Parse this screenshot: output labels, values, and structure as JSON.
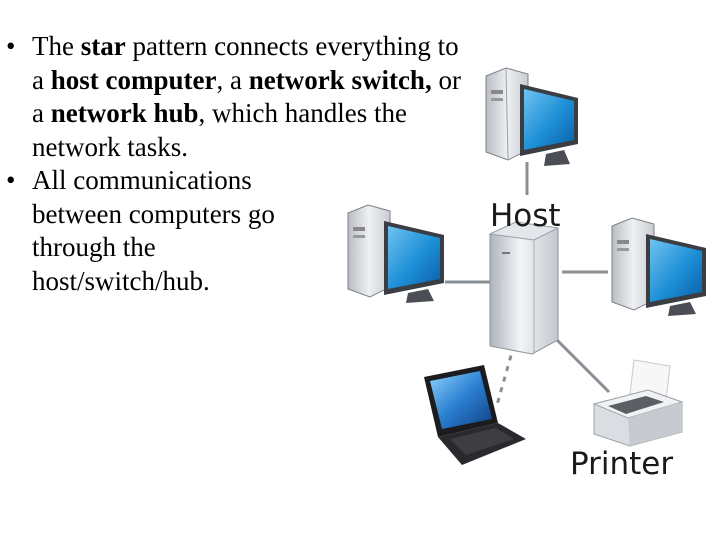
{
  "bullets": [
    {
      "segments": [
        {
          "text": "The ",
          "bold": false
        },
        {
          "text": "star",
          "bold": true
        },
        {
          "text": " pattern connects everything to a ",
          "bold": false
        },
        {
          "text": "host computer",
          "bold": true
        },
        {
          "text": ", a ",
          "bold": false
        },
        {
          "text": "network switch,",
          "bold": true
        },
        {
          "text": " or a ",
          "bold": false
        },
        {
          "text": "network hub",
          "bold": true
        },
        {
          "text": ", which handles the network tasks.",
          "bold": false
        }
      ]
    },
    {
      "segments": [
        {
          "text": "All communications between computers go through the host/switch/hub.",
          "bold": false
        }
      ]
    }
  ],
  "diagram": {
    "host_label": "Host",
    "printer_label": "Printer",
    "nodes": [
      "host-server",
      "top-computer",
      "left-computer",
      "right-computer",
      "laptop",
      "printer"
    ],
    "links": [
      {
        "from": "host-server",
        "to": "top-computer",
        "style": "solid"
      },
      {
        "from": "host-server",
        "to": "left-computer",
        "style": "solid"
      },
      {
        "from": "host-server",
        "to": "right-computer",
        "style": "solid"
      },
      {
        "from": "host-server",
        "to": "printer",
        "style": "solid"
      },
      {
        "from": "host-server",
        "to": "laptop",
        "style": "dashed"
      }
    ]
  }
}
